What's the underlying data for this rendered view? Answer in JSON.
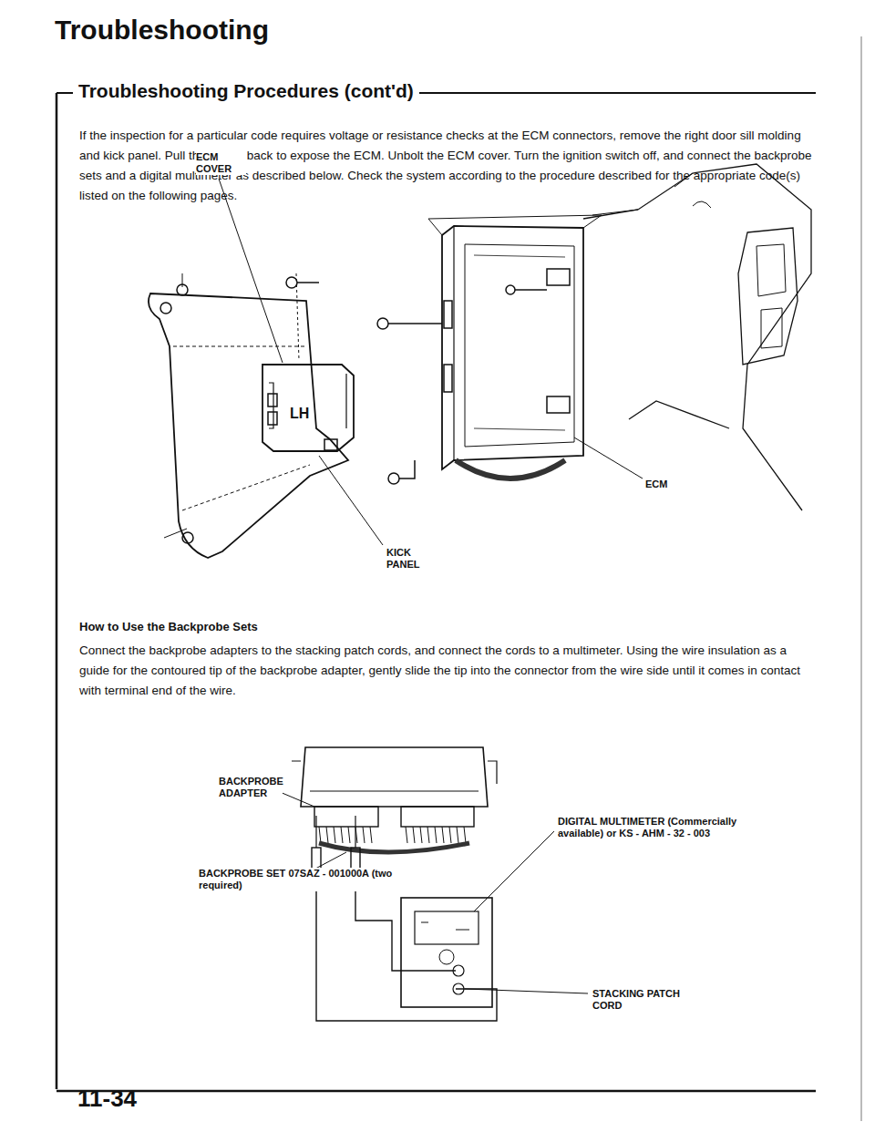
{
  "diagram": {
    "title": "Troubleshooting",
    "labels": [
      "Troubleshooting Procedures (cont'd)",
      "If the inspection for a particular code requires voltage or resistance checks at the ECM connectors, remove the right door sill molding and kick panel. Pull the carpet back to expose the ECM. Unbolt the ECM cover. Turn the ignition switch off, and connect the backprobe sets and a digital multimeter as described below. Check the system according to the procedure described for the appropriate code(s) listed on the following pages.",
      "ECM COVER",
      "LH",
      "ECM",
      "KICK PANEL",
      "How to Use the Backprobe Sets",
      "Connect the backprobe adapters to the stacking patch cords, and connect the cords to a multimeter. Using the wire insulation as a guide for the contoured tip of the backprobe adapter, gently slide the tip into the connector from the wire side until it comes in contact with terminal end of the wire.",
      "BACKPROBE ADAPTER",
      "DIGITAL MULTIMETER (Commercially available) or KS - AHM - 32 - 003",
      "BACKPROBE SET 07SAZ - 001000A (two required)",
      "STACKING PATCH CORD",
      "11-34"
    ]
  }
}
